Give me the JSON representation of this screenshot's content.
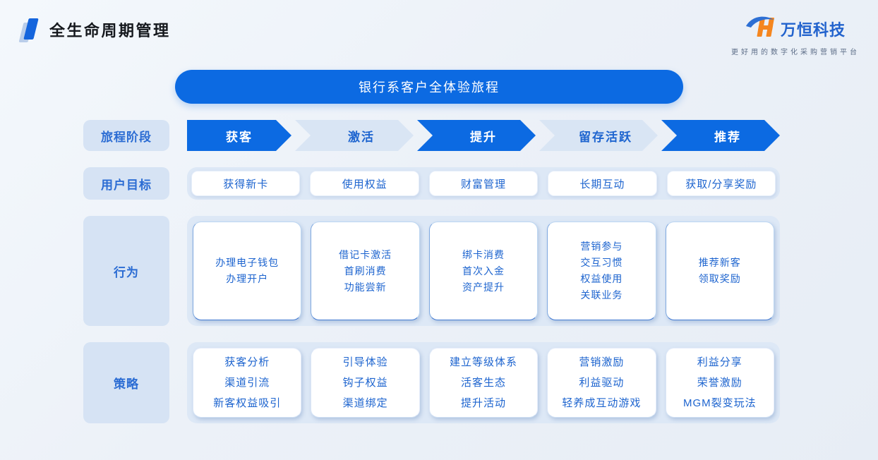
{
  "page": {
    "title": "全生命周期管理"
  },
  "logo": {
    "name": "万恒科技",
    "tagline": "更好用的数字化采购营销平台"
  },
  "banner": {
    "text": "银行系客户全体验旅程"
  },
  "row_labels": {
    "stages": "旅程阶段",
    "goals": "用户目标",
    "behaviors": "行为",
    "strategies": "策略"
  },
  "stages": [
    {
      "label": "获客",
      "emphasis": true
    },
    {
      "label": "激活",
      "emphasis": false
    },
    {
      "label": "提升",
      "emphasis": true
    },
    {
      "label": "留存活跃",
      "emphasis": false
    },
    {
      "label": "推荐",
      "emphasis": true
    }
  ],
  "goals": [
    "获得新卡",
    "使用权益",
    "财富管理",
    "长期互动",
    "获取/分享奖励"
  ],
  "behaviors": [
    [
      "办理电子钱包",
      "办理开户"
    ],
    [
      "借记卡激活",
      "首刷消费",
      "功能尝新"
    ],
    [
      "绑卡消费",
      "首次入金",
      "资产提升"
    ],
    [
      "营销参与",
      "交互习惯",
      "权益使用",
      "关联业务"
    ],
    [
      "推荐新客",
      "领取奖励"
    ]
  ],
  "strategies": [
    [
      "获客分析",
      "渠道引流",
      "新客权益吸引"
    ],
    [
      "引导体验",
      "钩子权益",
      "渠道绑定"
    ],
    [
      "建立等级体系",
      "活客生态",
      "提升活动"
    ],
    [
      "营销激励",
      "利益驱动",
      "轻养成互动游戏"
    ],
    [
      "利益分享",
      "荣誉激励",
      "MGM裂变玩法"
    ]
  ],
  "colors": {
    "accent_blue": "#0c6ae2",
    "light_stage": "#d9e5f4",
    "text_blue": "#1d64cf",
    "label_bg": "#d6e3f4",
    "tray_bg": "#dde8f6",
    "logo_orange": "#f5861f",
    "logo_blue": "#2263cd"
  }
}
